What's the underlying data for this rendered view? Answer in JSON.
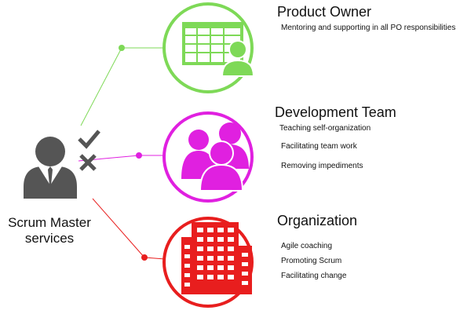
{
  "center": {
    "label_line1": "Scrum Master",
    "label_line2": "services",
    "icon": "person-with-check-and-cross-icon"
  },
  "nodes": [
    {
      "id": "product-owner",
      "title": "Product Owner",
      "icon": "table-with-person-icon",
      "color": "#7ed957",
      "items": [
        "Mentoring and supporting in all PO responsibilities"
      ]
    },
    {
      "id": "development-team",
      "title": "Development Team",
      "icon": "group-of-people-icon",
      "color": "#e020e0",
      "items": [
        "Teaching self-organization",
        "Facilitating team work",
        "Removing impediments"
      ]
    },
    {
      "id": "organization",
      "title": "Organization",
      "icon": "office-building-icon",
      "color": "#e81e1e",
      "items": [
        "Agile coaching",
        "Promoting Scrum",
        "Facilitating change"
      ]
    }
  ],
  "colors": {
    "center_icon": "#555555",
    "product_owner": "#7ed957",
    "development_team": "#e020e0",
    "organization": "#e81e1e"
  }
}
